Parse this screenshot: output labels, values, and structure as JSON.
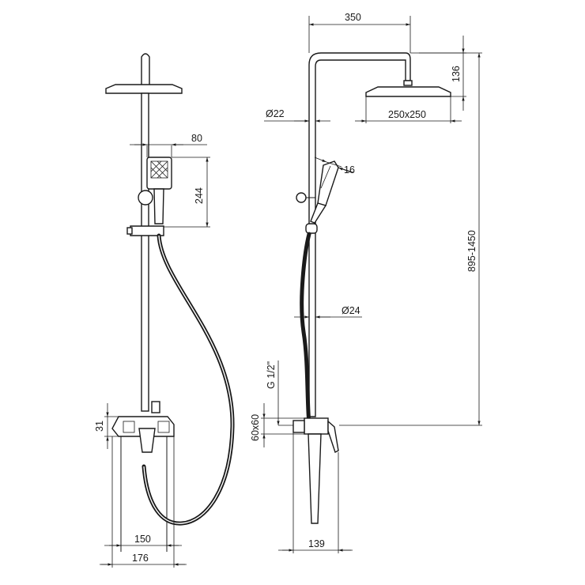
{
  "dimensions": {
    "front": {
      "handshower_width": "80",
      "handshower_height": "244",
      "mixer_height": "31",
      "inlet_spacing": "150",
      "mixer_width": "176"
    },
    "side": {
      "arm_reach": "350",
      "head_drop": "136",
      "pipe_diameter_top": "Ø22",
      "head_size": "250x250",
      "handshower_diameter": "16",
      "pipe_diameter_bottom": "Ø24",
      "connection_thread": "G 1/2\"",
      "mixer_cross_section": "60x60",
      "height_range": "895-1450",
      "mixer_projection": "139"
    }
  }
}
